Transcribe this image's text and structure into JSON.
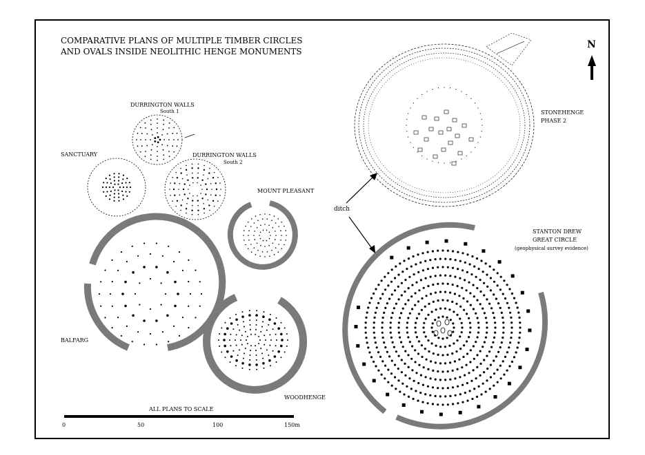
{
  "title": {
    "line1": "COMPARATIVE PLANS OF MULTIPLE TIMBER CIRCLES",
    "line2": "AND OVALS INSIDE NEOLITHIC HENGE MONUMENTS"
  },
  "north_label": "N",
  "sites": {
    "durrington_south1": {
      "name": "DURRINGTON WALLS",
      "sub": "South 1"
    },
    "sanctuary": {
      "name": "SANCTUARY"
    },
    "durrington_south2": {
      "name": "DURRINGTON WALLS",
      "sub": "South 2"
    },
    "mount_pleasant": {
      "name": "MOUNT PLEASANT"
    },
    "balfarg": {
      "name": "BALFARG"
    },
    "woodhenge": {
      "name": "WOODHENGE"
    },
    "stonehenge": {
      "name": "STONEHENGE",
      "sub": "PHASE 2"
    },
    "stanton_drew": {
      "name": "STANTON DREW",
      "sub": "GREAT CIRCLE",
      "note": "(geophysical survey evidence)"
    }
  },
  "ditch_label": "ditch",
  "scale": {
    "title": "ALL PLANS TO SCALE",
    "ticks": [
      "0",
      "50",
      "100",
      "150m"
    ]
  },
  "colors": {
    "ink": "#000000",
    "ditch_fill": "#7a7a7a",
    "paper": "#ffffff"
  }
}
